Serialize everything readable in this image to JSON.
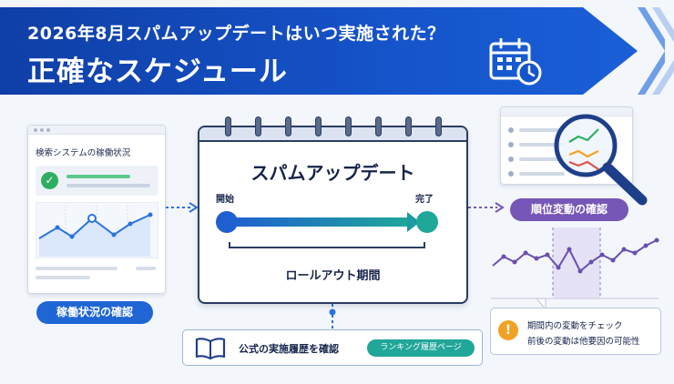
{
  "header": {
    "subtitle": "2026年8月スパムアップデートはいつ実施された？",
    "title": "正確なスケジュール",
    "icon": "calendar-clock-icon"
  },
  "left_panel": {
    "window_title": "検索システムの稼働状況",
    "status_icon": "check-circle-icon",
    "label": "稼働状況の確認"
  },
  "calendar": {
    "title": "スパムアップデート",
    "start_label": "開始",
    "end_label": "完了",
    "period_label": "ロールアウト期間"
  },
  "reference": {
    "text": "公式の実施履歴を確認",
    "badge": "ランキング履歴ページ",
    "icon": "open-book-icon"
  },
  "right_panel": {
    "label": "順位変動の確認",
    "icon": "magnifier-trend-icon"
  },
  "note": {
    "line1": "期間内の変動をチェック",
    "line2": "前後の変動は他要因の可能性",
    "icon": "warning-icon"
  },
  "colors": {
    "brand_blue": "#1553c9",
    "teal": "#21a69a",
    "purple": "#7656b7",
    "green": "#2eae62"
  }
}
